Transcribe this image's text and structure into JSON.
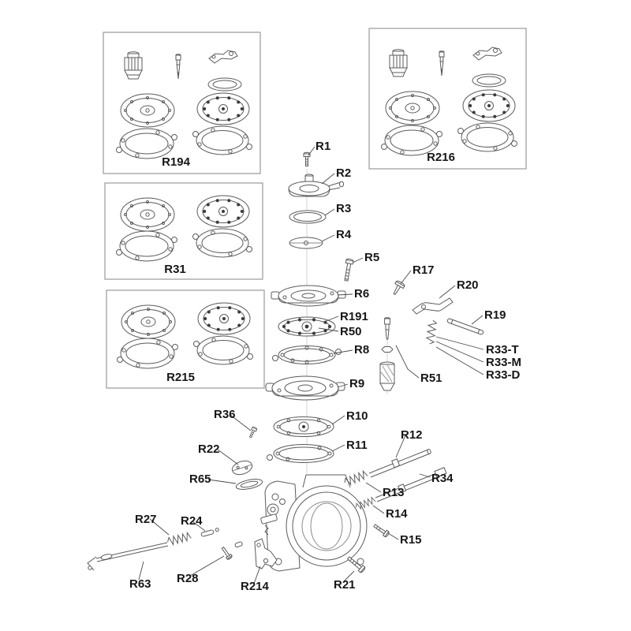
{
  "title": "Carburetor exploded parts diagram",
  "colors": {
    "ink": "#5b5b5b",
    "box_border": "#9a9a9a",
    "label_ink": "#161616",
    "background": "#ffffff"
  },
  "kits": {
    "R194": "R194",
    "R216": "R216",
    "R31": "R31",
    "R215": "R215"
  },
  "labels": {
    "R1": "R1",
    "R2": "R2",
    "R3": "R3",
    "R4": "R4",
    "R5": "R5",
    "R6": "R6",
    "R191": "R191",
    "R50": "R50",
    "R8": "R8",
    "R9": "R9",
    "R10": "R10",
    "R11": "R11",
    "R17": "R17",
    "R20": "R20",
    "R19": "R19",
    "R33-T": "R33-T",
    "R33-M": "R33-M",
    "R33-D": "R33-D",
    "R51": "R51",
    "R36": "R36",
    "R22": "R22",
    "R12": "R12",
    "R34": "R34",
    "R65": "R65",
    "R13": "R13",
    "R14": "R14",
    "R15": "R15",
    "R27": "R27",
    "R24": "R24",
    "R28": "R28",
    "R63": "R63",
    "R214": "R214",
    "R21": "R21"
  }
}
